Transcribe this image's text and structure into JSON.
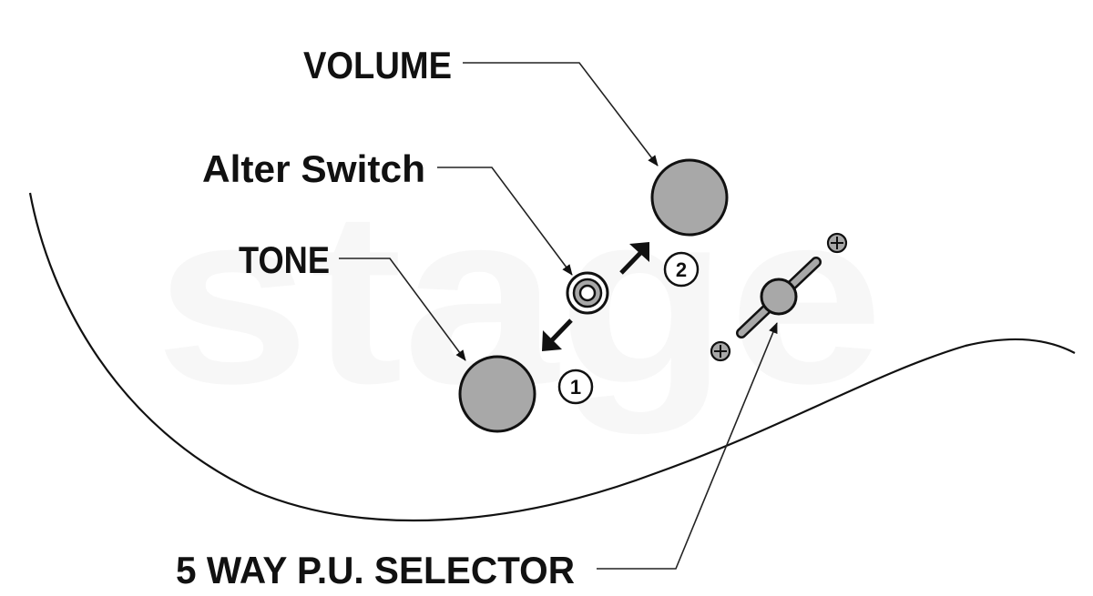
{
  "labels": {
    "volume": "VOLUME",
    "alter_switch": "Alter Switch",
    "tone": "TONE",
    "selector": "5 WAY P.U. SELECTOR"
  },
  "positions": {
    "one": "1",
    "two": "2"
  },
  "watermark": "stage",
  "colors": {
    "knob_fill": "#a8a8a8",
    "outline": "#111111",
    "background": "#ffffff"
  },
  "icons": {
    "screw": "screw-icon",
    "toggle": "toggle-switch-icon"
  }
}
